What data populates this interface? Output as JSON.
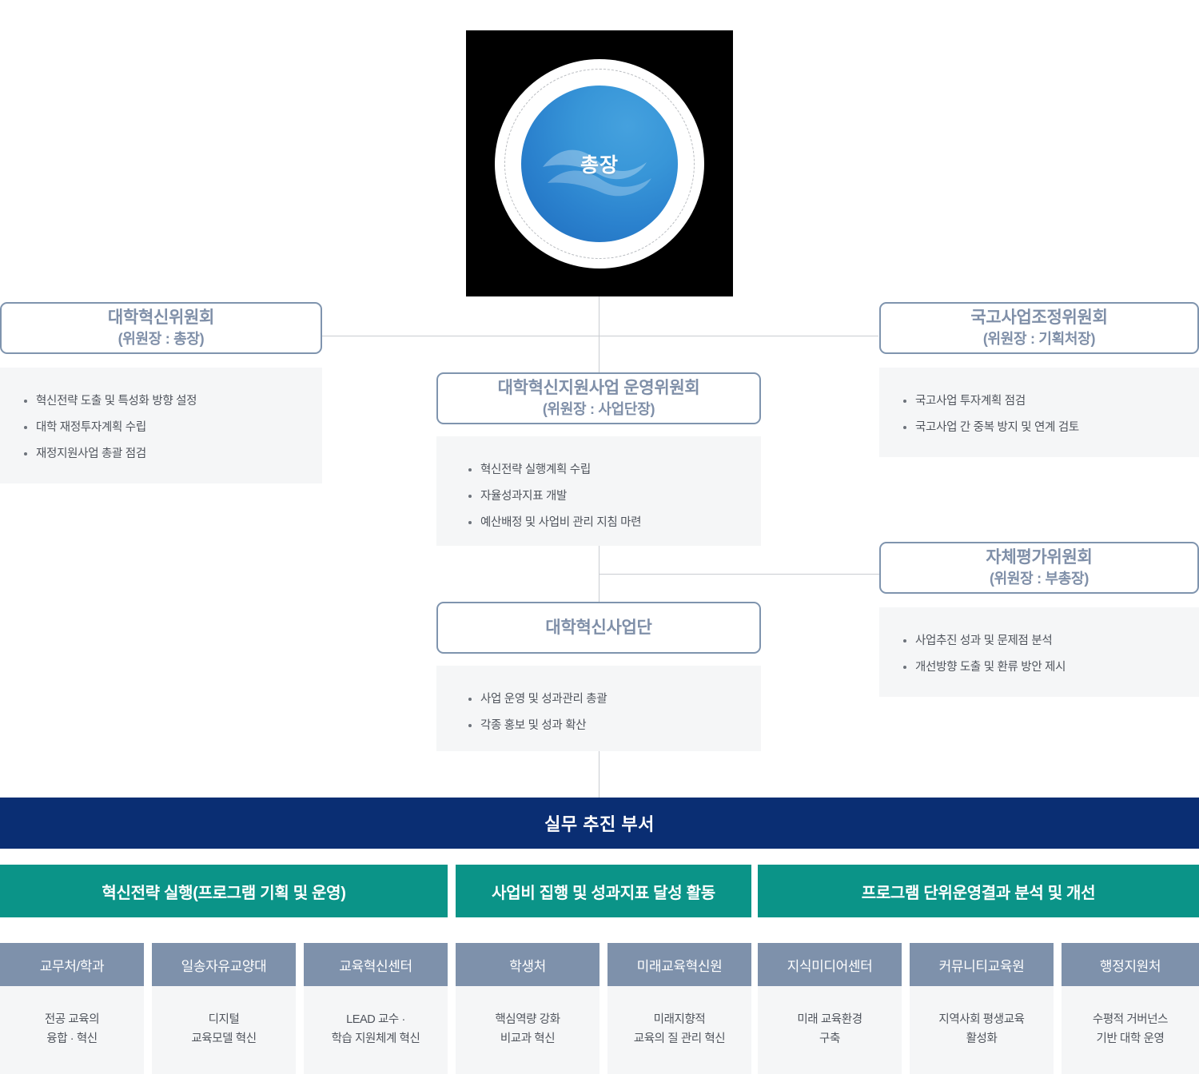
{
  "president": {
    "label": "총장",
    "icon": "wave-emblem"
  },
  "committees": [
    {
      "id": "university-innovation-committee",
      "title": "대학혁신위원회",
      "subtitle": "(위원장 : 총장)",
      "items": [
        "혁신전략 도출 및 특성화 방향 설정",
        "대학 재정투자계획 수립",
        "재정지원사업 총괄 점검"
      ]
    },
    {
      "id": "national-project-coordination-committee",
      "title": "국고사업조정위원회",
      "subtitle": "(위원장 : 기획처장)",
      "items": [
        "국고사업 투자계획 점검",
        "국고사업 간 중복 방지 및 연계 검토"
      ]
    },
    {
      "id": "innovation-support-operating-committee",
      "title": "대학혁신지원사업 운영위원회",
      "subtitle": "(위원장 : 사업단장)",
      "items": [
        "혁신전략 실행계획 수립",
        "자율성과지표 개발",
        "예산배정 및 사업비 관리 지침 마련"
      ]
    },
    {
      "id": "self-evaluation-committee",
      "title": "자체평가위원회",
      "subtitle": "(위원장 : 부총장)",
      "items": [
        "사업추진 성과 및 문제점 분석",
        "개선방향 도출 및 환류 방안 제시"
      ]
    },
    {
      "id": "innovation-project-group",
      "title": "대학혁신사업단",
      "subtitle": "",
      "items": [
        "사업 운영 및 성과관리 총괄",
        "각종 홍보 및 성과 확산"
      ]
    }
  ],
  "work_band": {
    "label": "실무 추진 부서"
  },
  "groups": [
    {
      "id": "group-strategy",
      "label": "혁신전략 실행(프로그램 기획 및 운영)"
    },
    {
      "id": "group-budget",
      "label": "사업비 집행 및 성과지표 달성 활동"
    },
    {
      "id": "group-analysis",
      "label": "프로그램 단위운영결과 분석 및 개선"
    }
  ],
  "departments": [
    {
      "id": "dept-academic-affairs",
      "name": "교무처/학과",
      "desc": "전공 교육의\n융합 · 혁신"
    },
    {
      "id": "dept-ilsong-liberal-arts",
      "name": "일송자유교양대",
      "desc": "디지털\n교육모델 혁신"
    },
    {
      "id": "dept-education-innovation-center",
      "name": "교육혁신센터",
      "desc": "LEAD 교수 ·\n학습 지원체계 혁신"
    },
    {
      "id": "dept-student-affairs",
      "name": "학생처",
      "desc": "핵심역량 강화\n비교과 혁신"
    },
    {
      "id": "dept-future-education-institute",
      "name": "미래교육혁신원",
      "desc": "미래지향적\n교육의 질 관리 혁신"
    },
    {
      "id": "dept-knowledge-media-center",
      "name": "지식미디어센터",
      "desc": "미래 교육환경\n구축"
    },
    {
      "id": "dept-community-education-institute",
      "name": "커뮤니티교육원",
      "desc": "지역사회 평생교육\n활성화"
    },
    {
      "id": "dept-administration-support",
      "name": "행정지원처",
      "desc": "수평적 거버넌스\n기반 대학 운영"
    }
  ],
  "colors": {
    "navy": "#0a2e73",
    "teal": "#0b9488",
    "slate": "#7e91ab",
    "title_blue": "#7f8fa8",
    "border_blue": "#7f94ae",
    "panel_gray": "#f5f6f7",
    "circle_blue": "#2b82ce",
    "line_gray": "#c9ccd1"
  }
}
